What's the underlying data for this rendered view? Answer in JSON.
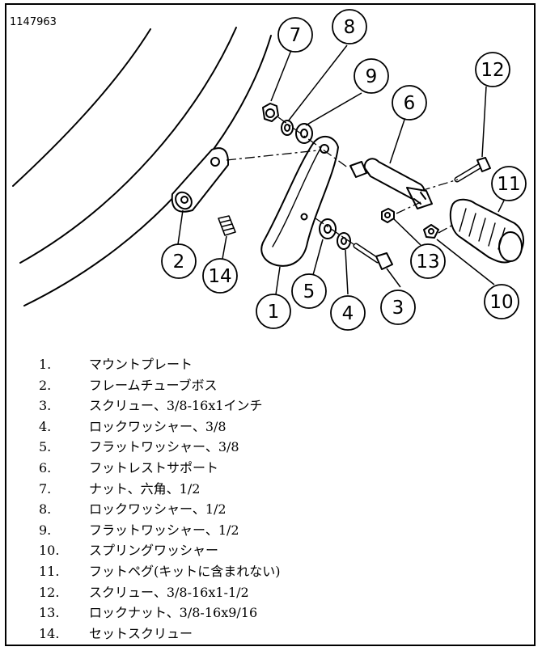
{
  "figure_id": "1147963",
  "callouts": [
    "1",
    "2",
    "3",
    "4",
    "5",
    "6",
    "7",
    "8",
    "9",
    "10",
    "11",
    "12",
    "13",
    "14"
  ],
  "legend": [
    {
      "num": "1.",
      "text": "マウントプレート"
    },
    {
      "num": "2.",
      "text": "フレームチューブボス"
    },
    {
      "num": "3.",
      "text": "スクリュー、3/8-16x1インチ"
    },
    {
      "num": "4.",
      "text": "ロックワッシャー、3/8"
    },
    {
      "num": "5.",
      "text": "フラットワッシャー、3/8"
    },
    {
      "num": "6.",
      "text": "フットレストサポート"
    },
    {
      "num": "7.",
      "text": "ナット、六角、1/2"
    },
    {
      "num": "8.",
      "text": "ロックワッシャー、1/2"
    },
    {
      "num": "9.",
      "text": "フラットワッシャー、1/2"
    },
    {
      "num": "10.",
      "text": "スプリングワッシャー"
    },
    {
      "num": "11.",
      "text": "フットペグ(キットに含まれない)"
    },
    {
      "num": "12.",
      "text": "スクリュー、3/8-16x1-1/2"
    },
    {
      "num": "13.",
      "text": "ロックナット、3/8-16x9/16"
    },
    {
      "num": "14.",
      "text": "セットスクリュー"
    }
  ]
}
